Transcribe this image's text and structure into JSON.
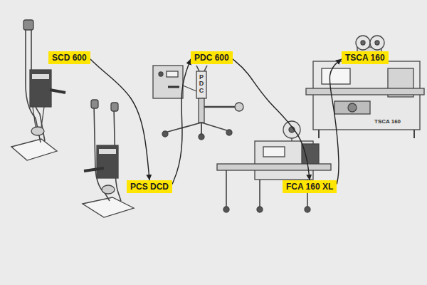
{
  "diagram": {
    "nodes": [
      {
        "text": [
          "SCD 600"
        ]
      },
      {
        "text": [
          "PCS DCD"
        ]
      },
      {
        "text": [
          "PDC 600"
        ]
      },
      {
        "text": [
          "FCA 160 XL"
        ]
      },
      {
        "text": [
          "TSCA 160"
        ]
      }
    ],
    "edges": [
      {
        "from": 0,
        "to": 1,
        "arrow": "to"
      },
      {
        "from": 1,
        "to": 2,
        "arrow": "to"
      },
      {
        "from": 2,
        "to": 3,
        "arrow": "to"
      },
      {
        "from": 3,
        "to": 4,
        "arrow": "to"
      }
    ],
    "labels": [
      "PDC",
      "TSCA 160"
    ]
  }
}
